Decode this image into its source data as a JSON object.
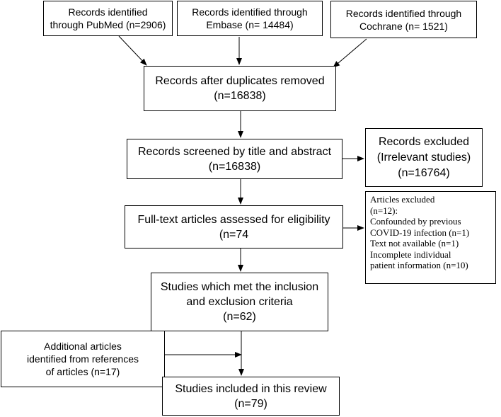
{
  "boxes": {
    "pubmed": "Records identified\nthrough PubMed (n=2906)",
    "embase": "Records identified through\nEmbase (n= 14484)",
    "cochrane": "Records identified through\nCochrane (n= 1521)",
    "after_duplicates": "Records after duplicates removed\n(n=16838)",
    "screened": "Records screened by title and abstract\n(n=16838)",
    "records_excluded": "Records excluded\n(Irrelevant studies)\n(n=16764)",
    "full_text": "Full-text articles assessed for eligibility\n(n=74",
    "articles_excluded": "Articles excluded\n(n=12):\nConfounded by previous\nCOVID-19 infection (n=1)\nText not available (n=1)\nIncomplete individual\npatient information (n=10)",
    "met_criteria": "Studies which met the inclusion\nand exclusion criteria\n(n=62)",
    "additional": "Additional articles\nidentified from references\nof articles (n=17)",
    "included": "Studies included in this review\n(n=79)"
  }
}
